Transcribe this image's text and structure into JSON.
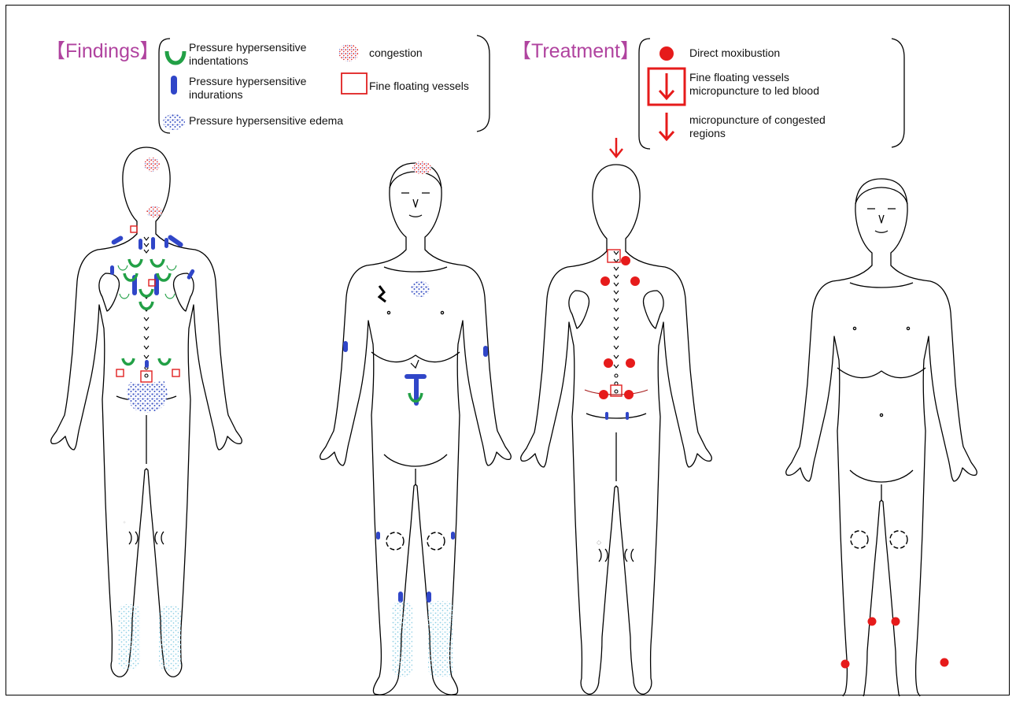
{
  "findings": {
    "heading": "【Findings】",
    "legend": {
      "indentations": "Pressure hypersensitive indentations",
      "indurations": "Pressure hypersensitive indurations",
      "edema": "Pressure hypersensitive edema",
      "congestion": "congestion",
      "floating_vessels": "Fine floating vessels"
    }
  },
  "treatment": {
    "heading": "【Treatment】",
    "legend": {
      "moxibustion": "Direct moxibustion",
      "vessels_bloodletting": "Fine floating vessels micropuncture to led blood",
      "congested_puncture": "micropuncture of congested regions"
    }
  },
  "colors": {
    "heading": "#b0439f",
    "indentation": "#22a046",
    "induration": "#3046c8",
    "edema": "#3a52c4",
    "congestion": "#d8282c",
    "vessel": "#e02020",
    "moxibustion": "#e61b1b",
    "foot_edema": "#8fcfe4"
  }
}
